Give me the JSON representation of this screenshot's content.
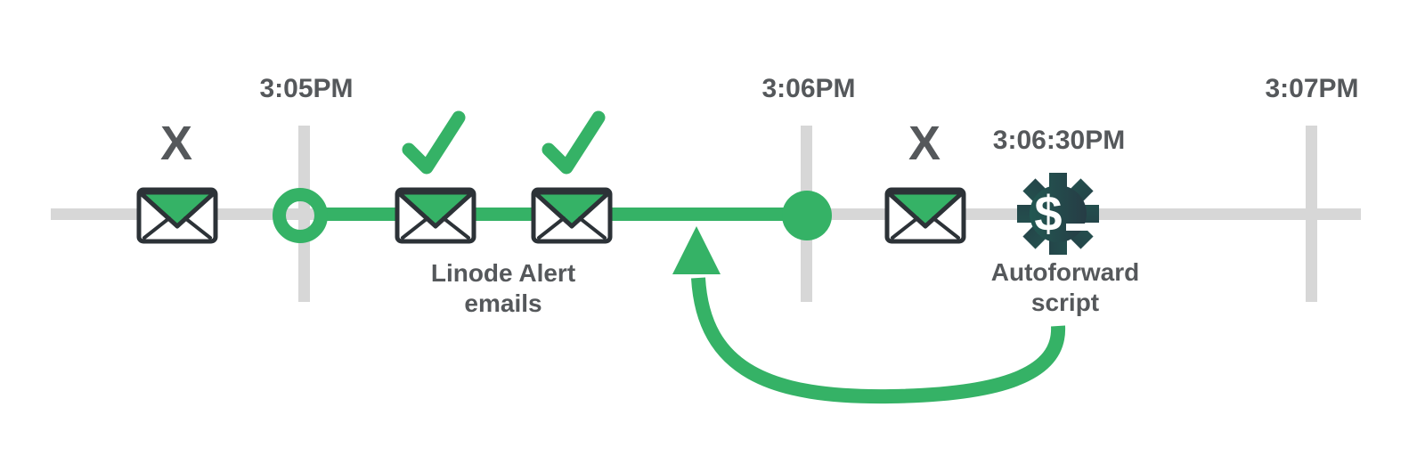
{
  "colors": {
    "accent_green": "#35b266",
    "track_gray": "#d7d7d7",
    "text_gray": "#55585b",
    "envelope_outline": "#2c3237",
    "gear_gradient_start": "#215e55",
    "gear_gradient_end": "#273642",
    "white": "#ffffff"
  },
  "timeline": {
    "ticks": [
      {
        "label": "3:05PM"
      },
      {
        "label": "3:06PM"
      },
      {
        "label": "3:07PM"
      }
    ],
    "sub_event_label": "3:06:30PM"
  },
  "marks": {
    "fail_glyph": "X",
    "gear_glyph": "$"
  },
  "captions": {
    "alert_emails": {
      "line1": "Linode Alert",
      "line2": "emails"
    },
    "autoforward": {
      "line1": "Autoforward",
      "line2": "script"
    }
  }
}
